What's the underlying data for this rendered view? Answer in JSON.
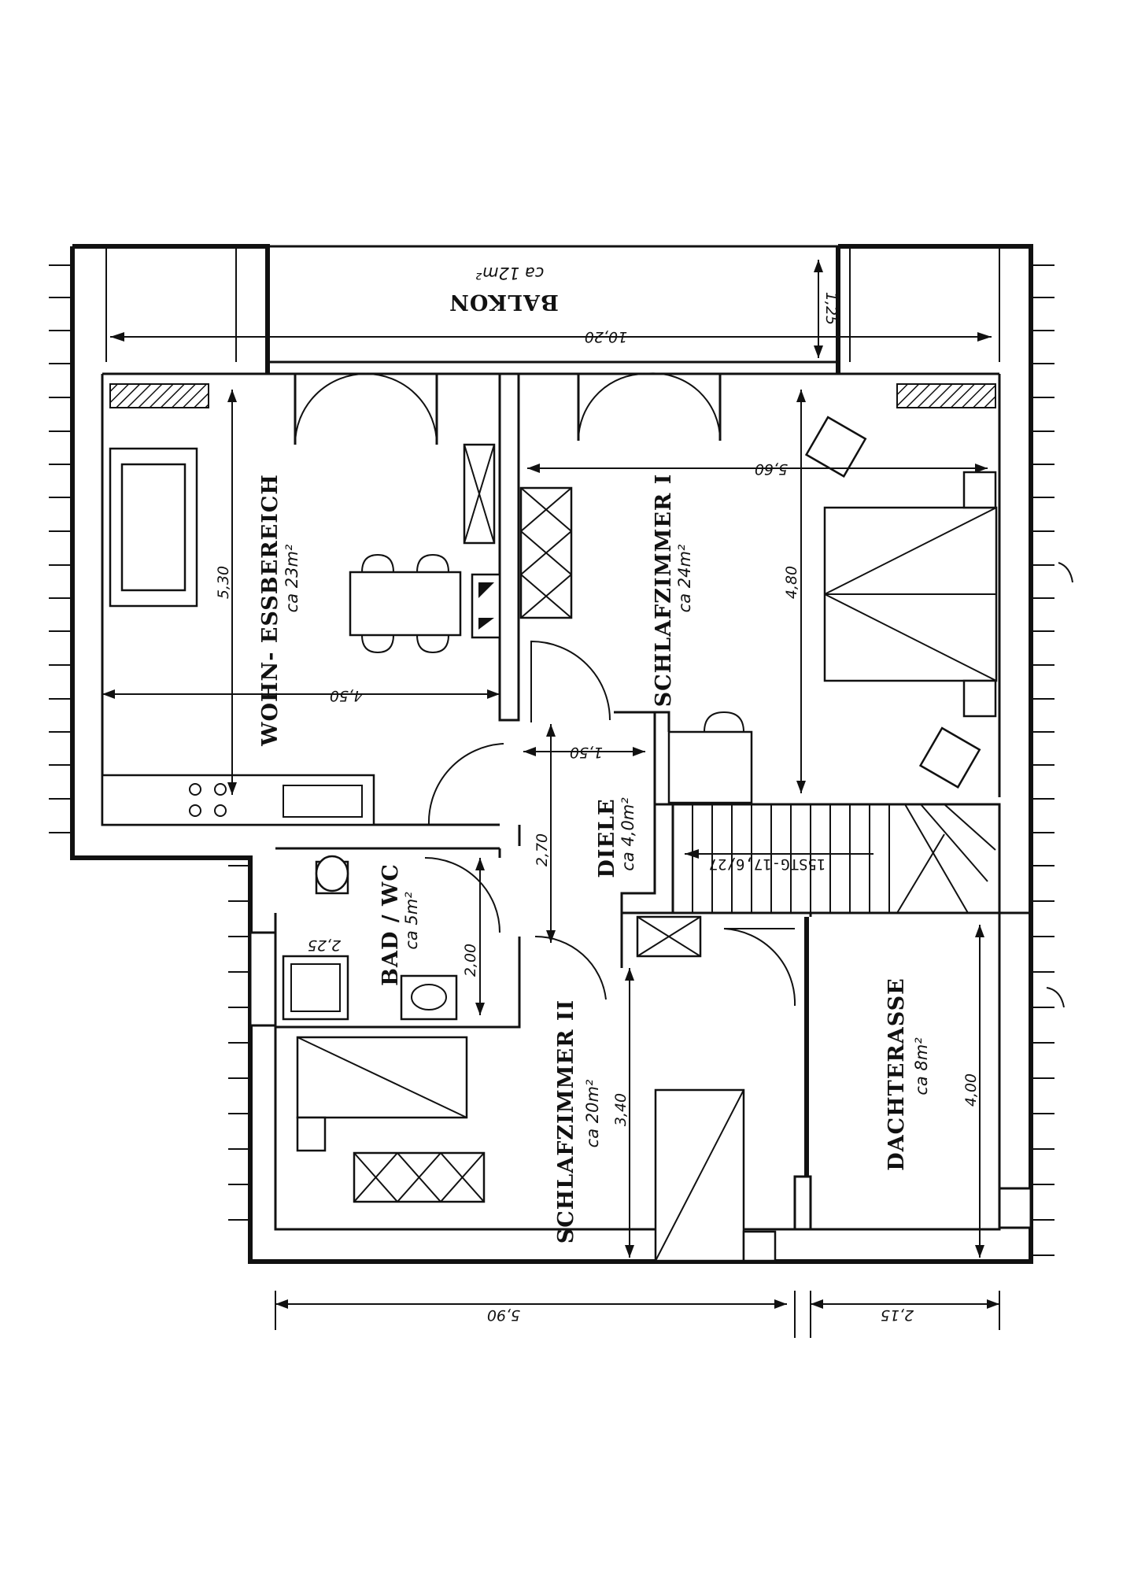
{
  "rooms": {
    "balkon": {
      "name": "BALKON",
      "area": "ca 12m²"
    },
    "wohn": {
      "name": "WOHN- ESSBEREICH",
      "area": "ca 23m²"
    },
    "schlaf1": {
      "name": "SCHLAFZIMMER I",
      "area": "ca 24m²"
    },
    "diele": {
      "name": "DIELE",
      "area": "ca 4,0m²"
    },
    "bad": {
      "name": "BAD / WC",
      "area": "ca 5m²"
    },
    "schlaf2": {
      "name": "SCHLAFZIMMER II",
      "area": "ca 20m²"
    },
    "dachterasse": {
      "name": "DACHTERASSE",
      "area": "ca 8m²"
    }
  },
  "dimensions": {
    "balkon_length": "10,20",
    "balkon_depth": "1,25",
    "wohn_height": "5,30",
    "wohn_width": "4,50",
    "schlaf1_width": "5,60",
    "schlaf1_height": "4,80",
    "diele_width": "1,50",
    "diele_height": "2,70",
    "bad_width": "2,25",
    "bad_height": "2,00",
    "schlaf2_height": "3,40",
    "dachterasse_height": "4,00",
    "bottom_left": "5,90",
    "bottom_right": "2,15"
  },
  "stairs_note": "15STG-17,6/27"
}
